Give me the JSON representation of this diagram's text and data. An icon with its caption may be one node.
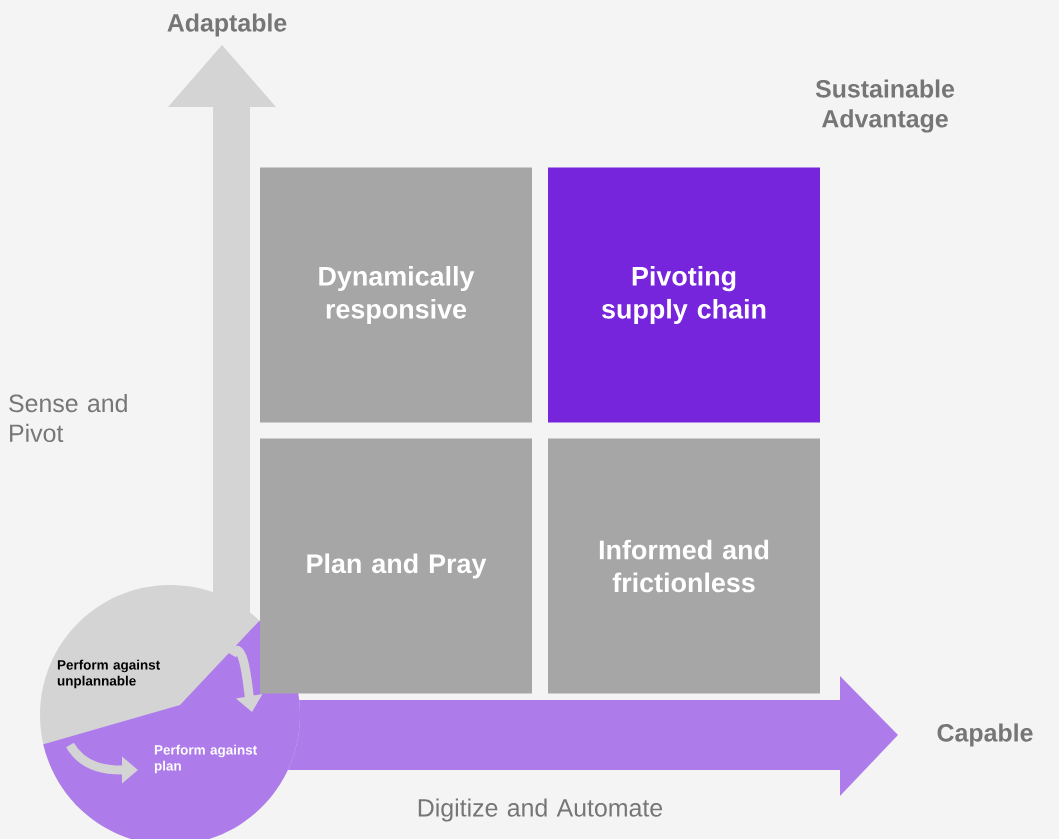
{
  "diagram": {
    "nodes": [
      {
        "text": [
          "Dynamically responsive"
        ]
      },
      {
        "text": [
          "Pivoting supply chain"
        ]
      },
      {
        "text": [
          "Plan and Pray"
        ]
      },
      {
        "text": [
          "Informed and frictionless"
        ]
      }
    ],
    "labels": [
      "Adaptable",
      "Sustainable Advantage",
      "Sense and Pivot",
      "Perform against unplannable",
      "Perform against plan",
      "Capable",
      "Digitize and Automate"
    ]
  }
}
